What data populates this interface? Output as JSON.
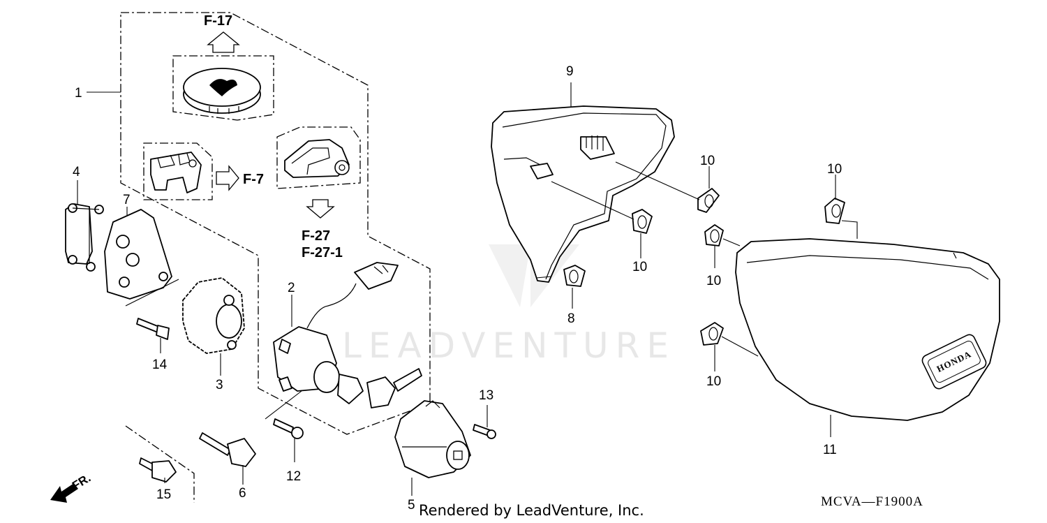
{
  "diagram": {
    "drawing_code": "MCVA—F1900A",
    "watermark": "LEADVENTURE",
    "credit": "Rendered by LeadVenture, Inc.",
    "direction_label": "FR.",
    "cover_badge": "HONDA",
    "callouts": {
      "p1": "1",
      "p2": "2",
      "p3": "3",
      "p4": "4",
      "p5": "5",
      "p6": "6",
      "p7": "7",
      "p8": "8",
      "p9": "9",
      "p10": "10",
      "p11": "11",
      "p12": "12",
      "p13": "13",
      "p14": "14",
      "p15": "15"
    },
    "references": {
      "f17": "F-17",
      "f7": "F-7",
      "f27": "F-27",
      "f27_1": "F-27-1"
    }
  }
}
